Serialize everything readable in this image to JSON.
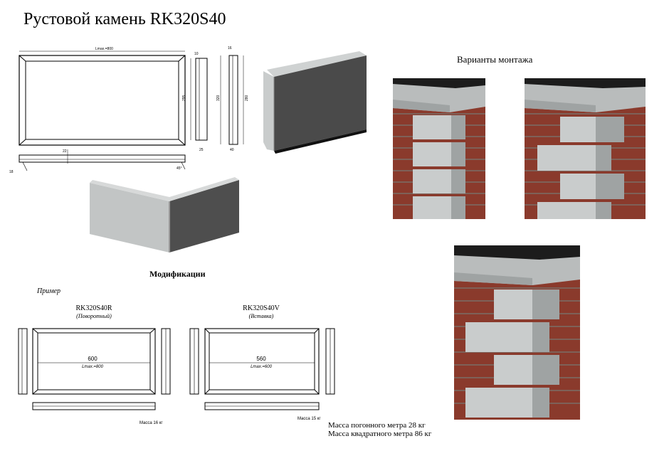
{
  "title": "Рустовой камень RK320S40",
  "section_mounting": "Варианты монтажа",
  "section_modifications": "Модификации",
  "example_label": "Пример",
  "drawing_dims": {
    "length": "Lmax.=800",
    "width_a": "295",
    "width_b": "320",
    "width_c": "280",
    "thick_a": "25",
    "thick_b": "40",
    "thick_c": "16",
    "chamfer": "22",
    "bevel": "10",
    "angle": "45°",
    "edge": "18",
    "depth": "40"
  },
  "variants": [
    {
      "code": "RK320S40R",
      "subtitle": "(Поворотный)",
      "dimension": "600",
      "length": "Lmax.=800",
      "mass": "Масса 16 кг"
    },
    {
      "code": "RK320S40V",
      "subtitle": "(Вставка)",
      "dimension": "560",
      "length": "Lmax.=600",
      "mass": "Масса 15 кг"
    }
  ],
  "mass_linear": "Масса погонного метра 28 кг",
  "mass_square": "Масса квадратного метра 86 кг",
  "colors": {
    "brick": "#8a3a2c",
    "brick_dark": "#5e2a22",
    "mortar": "#7a6e66",
    "stone": "#c9cccc",
    "stone_shadow": "#9fa3a3",
    "sky": "#1c1c1c",
    "render_front": "#4a4a4a"
  }
}
